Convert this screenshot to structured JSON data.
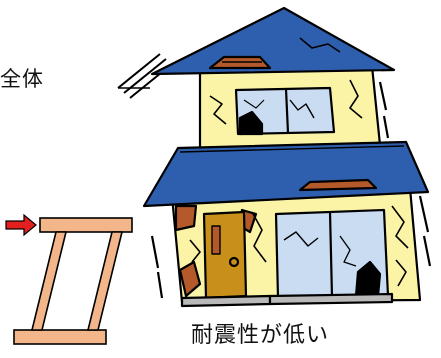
{
  "labels": {
    "top_partial": "全体",
    "bottom": "耐震性が低い"
  },
  "icons": [
    "house-illustration",
    "frame-illustration",
    "force-arrow-icon",
    "motion-lines-icon"
  ],
  "colors": {
    "roof": "#2e5fae",
    "wall": "#fbf4a6",
    "outline": "#000000",
    "window": "#c9dcf2",
    "door": "#c88f1a",
    "crumble": "#b45a2a",
    "frame": "#f2b68a",
    "arrow": "#e41f1f"
  }
}
